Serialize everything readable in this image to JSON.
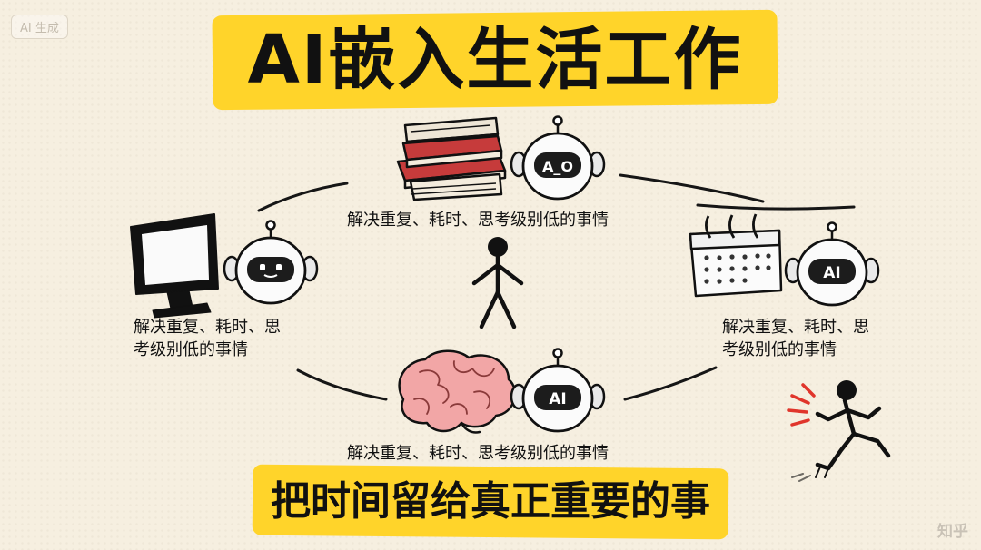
{
  "badge": "AI 生成",
  "title": "AI嵌入生活工作",
  "captions": {
    "top": "解决重复、耗时、思考级别低的事情",
    "left": "解决重复、耗时、思考级别低的事情",
    "right": "解决重复、耗时、思考级别低的事情",
    "bottom": "解决重复、耗时、思考级别低的事情"
  },
  "robot_faces": {
    "top": "A_O",
    "right": "AI",
    "bottom": "AI"
  },
  "slogan": "把时间留给真正重要的事",
  "watermark": "知乎",
  "icons": [
    "books-icon",
    "monitor-icon",
    "calendar-icon",
    "brain-icon",
    "robot-icon",
    "stick-figure-icon",
    "running-figure-icon"
  ],
  "colors": {
    "background": "#f6efe0",
    "highlight": "#ffd42a",
    "ink": "#111111",
    "brain": "#f2a6a6",
    "book_red": "#c63b3b",
    "alert_red": "#e0352b"
  }
}
